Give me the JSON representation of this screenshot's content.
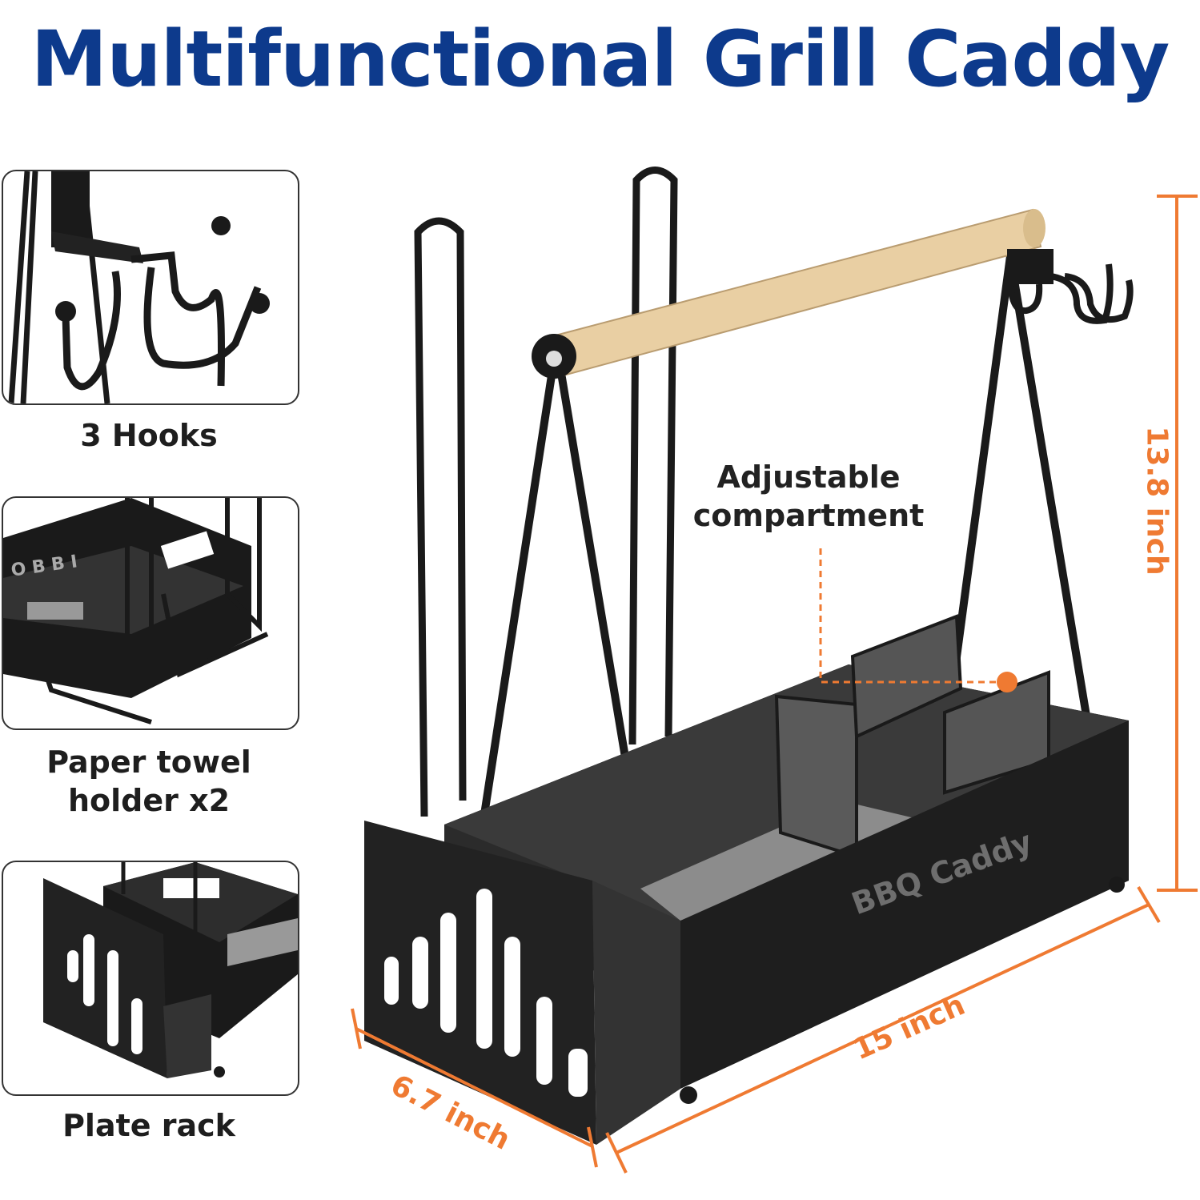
{
  "title": "Multifunctional Grill Caddy",
  "features": {
    "hooks": "3 Hooks",
    "paper_towel_line1": "Paper towel",
    "paper_towel_line2": "holder x2",
    "plate_rack": "Plate rack"
  },
  "callout": {
    "line1": "Adjustable",
    "line2": "compartment"
  },
  "dimensions": {
    "height": "13.8 inch",
    "length": "15 inch",
    "width": "6.7 inch"
  },
  "product_engraving": "BBQ Caddy",
  "colors": {
    "title": "#0d3a8c",
    "dimension": "#ef7a32",
    "product": "#1a1a1a",
    "handle": "#e9cfa3"
  }
}
